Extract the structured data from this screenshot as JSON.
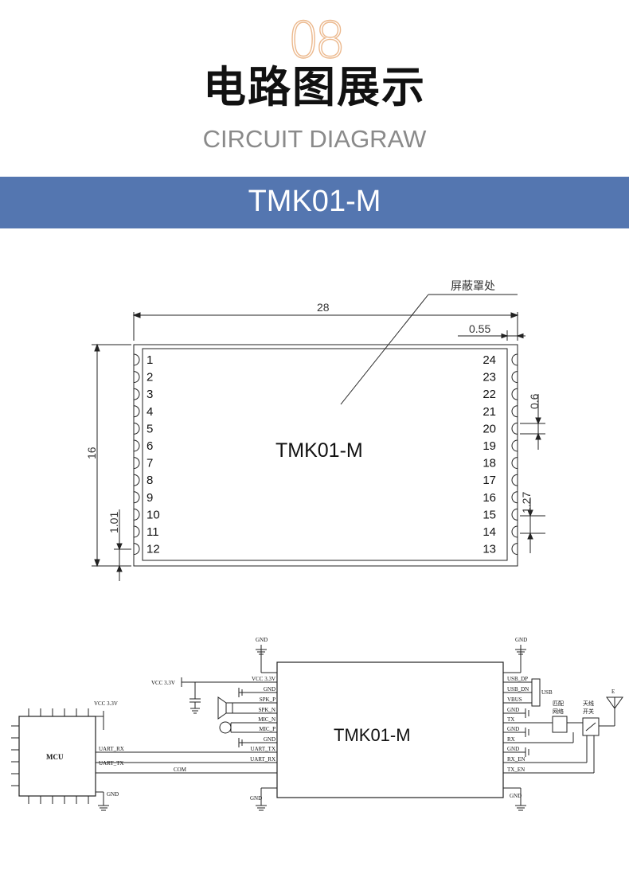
{
  "header": {
    "number": "08",
    "title_cn": "电路图展示",
    "title_en": "CIRCUIT DIAGRAW"
  },
  "banner": {
    "label": "TMK01-M"
  },
  "mechanical": {
    "module_label": "TMK01-M",
    "callout": "屏蔽罩处",
    "dim_width": "28",
    "dim_height": "16",
    "dim_pad_offset": "0.55",
    "dim_pad_width": "0.6",
    "dim_pitch": "1.27",
    "dim_edge": "1.01",
    "left_pins": [
      "1",
      "2",
      "3",
      "4",
      "5",
      "6",
      "7",
      "8",
      "9",
      "10",
      "11",
      "12"
    ],
    "right_pins": [
      "24",
      "23",
      "22",
      "21",
      "20",
      "19",
      "18",
      "17",
      "16",
      "15",
      "14",
      "13"
    ]
  },
  "schematic": {
    "module_label": "TMK01-M",
    "mcu_label": "MCU",
    "mcu_vcc": "VCC 3.3V",
    "mcu_gnd": "GND",
    "vcc_label": "VCC 3.3V",
    "top_gnd_left": "GND",
    "top_gnd_right": "GND",
    "bottom_gnd_left": "GND",
    "bottom_gnd_right": "GND",
    "left_signals": [
      "VCC 3.3V",
      "GND",
      "SPK_P",
      "SPK_N",
      "MIC_N",
      "MIC_P",
      "GND",
      "UART_TX",
      "UART_RX"
    ],
    "right_signals": [
      "USB_DP",
      "USB_DN",
      "VBUS",
      "GND",
      "TX",
      "GND",
      "RX",
      "GND",
      "RX_EN",
      "TX_EN"
    ],
    "mcu_rx": "UART_RX",
    "mcu_tx": "UART_TX",
    "com": "COM",
    "usb": "USB",
    "match_net_1": "匹配",
    "match_net_2": "网络",
    "switch_1": "天线",
    "switch_2": "开关",
    "antenna": "E"
  }
}
